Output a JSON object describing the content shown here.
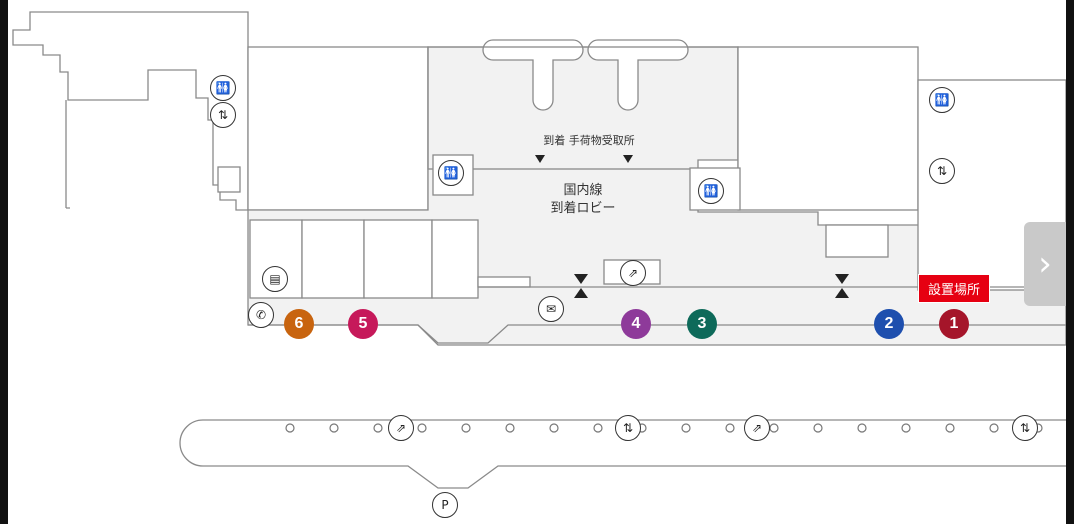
{
  "labels": {
    "baggage_claim": "到着 手荷物受取所",
    "lobby_line1": "国内線",
    "lobby_line2": "到着ロビー",
    "install_location": "設置場所"
  },
  "gates": [
    {
      "number": "6",
      "color": "#c8640f"
    },
    {
      "number": "5",
      "color": "#c6195a"
    },
    {
      "number": "4",
      "color": "#8e3a9a"
    },
    {
      "number": "3",
      "color": "#0e6a5a"
    },
    {
      "number": "2",
      "color": "#1e4fae"
    },
    {
      "number": "1",
      "color": "#a5152a"
    }
  ],
  "icons": {
    "restroom": "restroom-icon",
    "elevator": "elevator-icon",
    "escalator": "escalator-icon",
    "mail": "mailbox-icon",
    "phone": "phone-icon",
    "parking": "parking-icon",
    "locker": "locker-icon"
  },
  "navigation": {
    "next_label": "›"
  }
}
